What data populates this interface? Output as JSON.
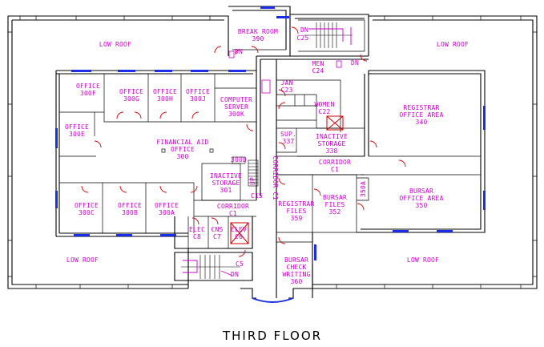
{
  "title": "THIRD FLOOR",
  "rooms": [
    {
      "id": "low-roof-nw",
      "lines": [
        "LOW ROOF"
      ]
    },
    {
      "id": "low-roof-ne",
      "lines": [
        "LOW ROOF"
      ]
    },
    {
      "id": "low-roof-sw",
      "lines": [
        "LOW ROOF"
      ]
    },
    {
      "id": "low-roof-se",
      "lines": [
        "LOW ROOF"
      ]
    },
    {
      "id": "break-room",
      "lines": [
        "BREAK ROOM",
        "390"
      ]
    },
    {
      "id": "office-300f",
      "lines": [
        "OFFICE",
        "300F"
      ]
    },
    {
      "id": "office-300g",
      "lines": [
        "OFFICE",
        "300G"
      ]
    },
    {
      "id": "office-300h",
      "lines": [
        "OFFICE",
        "300H"
      ]
    },
    {
      "id": "office-300j",
      "lines": [
        "OFFICE",
        "300J"
      ]
    },
    {
      "id": "computer-server",
      "lines": [
        "COMPUTER",
        "SERVER",
        "300K"
      ]
    },
    {
      "id": "office-300e",
      "lines": [
        "OFFICE",
        "300E"
      ]
    },
    {
      "id": "financial-aid",
      "lines": [
        "FINANCIAL AID",
        "OFFICE",
        "300"
      ]
    },
    {
      "id": "office-300c",
      "lines": [
        "OFFICE",
        "300C"
      ]
    },
    {
      "id": "office-300b",
      "lines": [
        "OFFICE",
        "300B"
      ]
    },
    {
      "id": "office-300a",
      "lines": [
        "OFFICE",
        "300A"
      ]
    },
    {
      "id": "inactive-storage-301",
      "lines": [
        "INACTIVE",
        "STORAGE",
        "301"
      ]
    },
    {
      "id": "room-300d",
      "lines": [
        "300D"
      ]
    },
    {
      "id": "corridor-c1-west",
      "lines": [
        "CORRIDOR",
        "C1"
      ]
    },
    {
      "id": "elec-c8",
      "lines": [
        "ELEC",
        "C8"
      ]
    },
    {
      "id": "cns-c7",
      "lines": [
        "CNS",
        "C7"
      ]
    },
    {
      "id": "elev-c6",
      "lines": [
        "ELEV",
        "C6"
      ]
    },
    {
      "id": "stair-c5",
      "lines": [
        "C5"
      ]
    },
    {
      "id": "stair-c5-dn",
      "lines": [
        "DN"
      ]
    },
    {
      "id": "men-c24",
      "lines": [
        "MEN",
        "C24"
      ]
    },
    {
      "id": "women-c22",
      "lines": [
        "WOMEN",
        "C22"
      ]
    },
    {
      "id": "jan-c23",
      "lines": [
        "JAN",
        "C23"
      ]
    },
    {
      "id": "sup-337",
      "lines": [
        "SUP.",
        "337"
      ]
    },
    {
      "id": "inactive-storage-338",
      "lines": [
        "INACTIVE",
        "STORAGE",
        "338"
      ]
    },
    {
      "id": "registrar-340",
      "lines": [
        "REGISTRAR",
        "OFFICE AREA",
        "340"
      ]
    },
    {
      "id": "corridor-c1-east",
      "lines": [
        "CORRIDOR",
        "C1"
      ]
    },
    {
      "id": "registrar-files",
      "lines": [
        "REGISTRAR",
        "FILES",
        "359"
      ]
    },
    {
      "id": "bursar-files",
      "lines": [
        "BURSAR",
        "FILES",
        "352"
      ]
    },
    {
      "id": "bursar-350",
      "lines": [
        "BURSAR",
        "OFFICE AREA",
        "350"
      ]
    },
    {
      "id": "bursar-check",
      "lines": [
        "BURSAR",
        "CHECK",
        "WRITING",
        "360"
      ]
    },
    {
      "id": "stair-c25",
      "lines": [
        "C25"
      ]
    },
    {
      "id": "stair-c25-dn",
      "lines": [
        "DN"
      ]
    },
    {
      "id": "dn-top-left",
      "lines": [
        "DN"
      ]
    },
    {
      "id": "dn-top-right",
      "lines": [
        "DN"
      ]
    }
  ],
  "vertical_labels": [
    {
      "id": "corridor-c1-vertical",
      "text": "CORRIDOR C1"
    },
    {
      "id": "up-label",
      "text": "UP"
    },
    {
      "id": "room-350a",
      "text": "350A"
    }
  ],
  "small_labels": [
    {
      "id": "c15-label",
      "text": "C15"
    }
  ]
}
